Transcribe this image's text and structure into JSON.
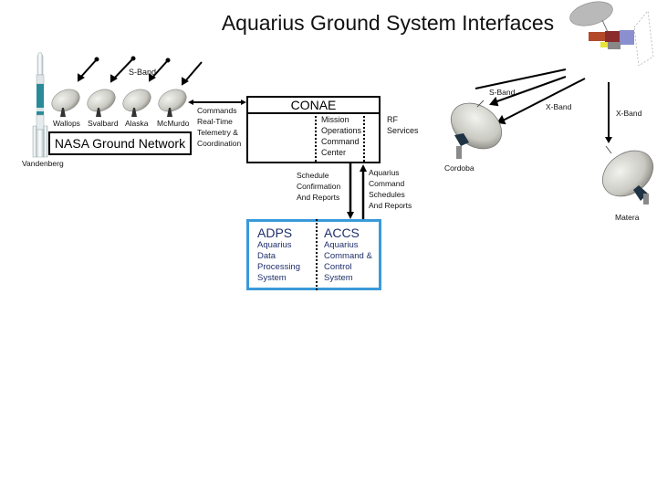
{
  "title": "Aquarius Ground System Interfaces",
  "nasa": {
    "stations": [
      "Wallops",
      "Svalbard",
      "Alaska",
      "McMurdo"
    ],
    "network_label": "NASA Ground Network",
    "launch_site": "Vandenberg",
    "uplink_label": "S-Band"
  },
  "link_nasa_conae": {
    "lines": [
      "Commands",
      "Real-Time",
      "Telemetry &",
      "Coordination"
    ]
  },
  "conae": {
    "title": "CONAE",
    "moc": [
      "Mission",
      "Operations",
      "Command",
      "Center"
    ],
    "rf": [
      "RF",
      "Services"
    ]
  },
  "cordoba": {
    "name": "Cordoba",
    "s_band_label": "S-Band",
    "x_band_label": "X-Band"
  },
  "matera": {
    "name": "Matera",
    "x_band_label": "X-Band"
  },
  "flows": {
    "down": [
      "Schedule",
      "Confirmation",
      "And Reports"
    ],
    "up": [
      "Aquarius",
      "Command",
      "Schedules",
      "And Reports"
    ]
  },
  "aquarius": {
    "adps": {
      "abbr": "ADPS",
      "lines": [
        "Aquarius",
        "Data",
        "Processing",
        "System"
      ]
    },
    "accs": {
      "abbr": "ACCS",
      "lines": [
        "Aquarius",
        "Command &",
        "Control",
        "System"
      ]
    }
  },
  "colors": {
    "aquarius_border": "#3a9ad9",
    "aquarius_text": "#1f2f6a",
    "rocket_band": "#2a8a9a"
  }
}
